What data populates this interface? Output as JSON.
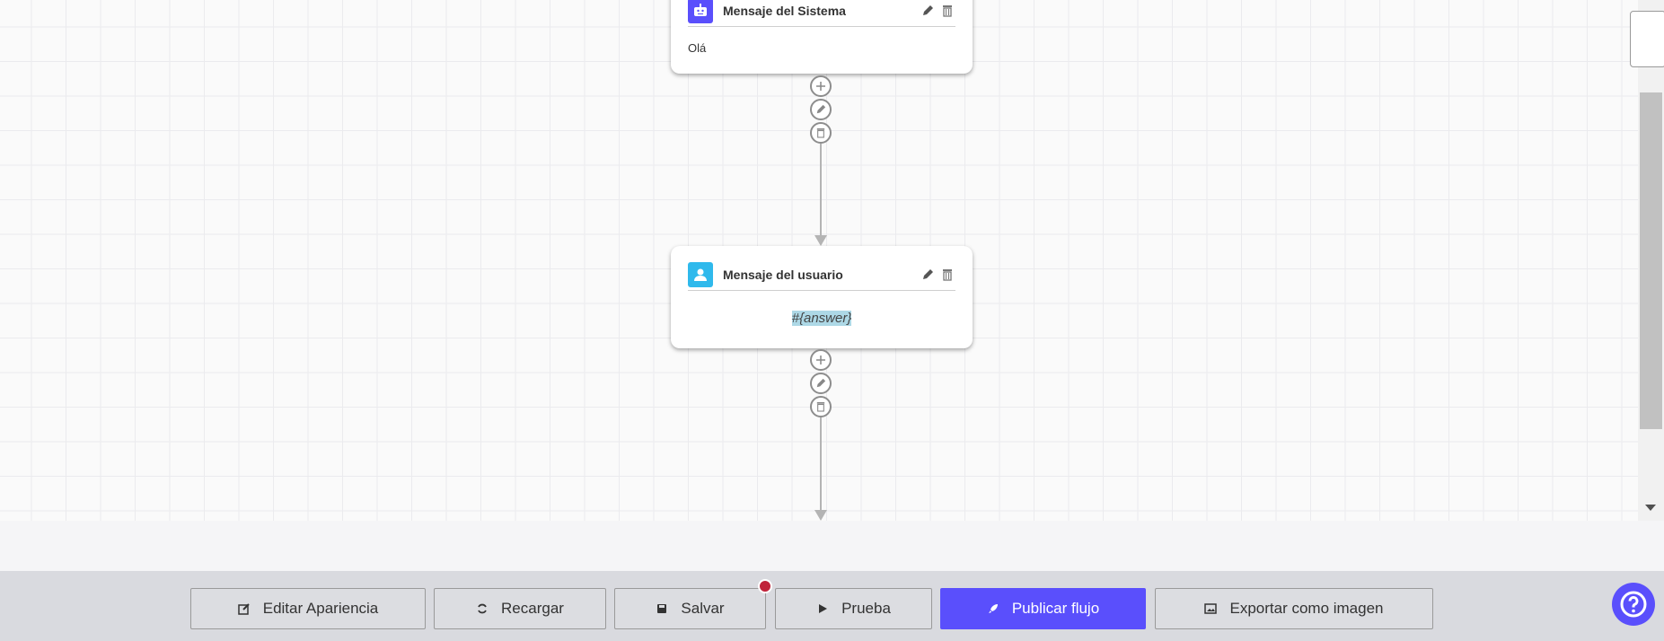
{
  "nodes": [
    {
      "type": "system",
      "title": "Mensaje del Sistema",
      "content": "Olá",
      "icon": "robot-icon",
      "color": "#5a4ffc"
    },
    {
      "type": "user",
      "title": "Mensaje del usuario",
      "content": "#{answer}",
      "icon": "user-icon",
      "color": "#2fb9ec"
    }
  ],
  "toolbar": {
    "edit_appearance": "Editar Apariencia",
    "reload": "Recargar",
    "save": "Salvar",
    "test": "Prueba",
    "publish": "Publicar flujo",
    "export": "Exportar como imagen",
    "accent": "#5a4ffc",
    "unsaved_indicator_color": "#c0233a"
  },
  "help": {
    "icon": "question-circle-icon"
  }
}
